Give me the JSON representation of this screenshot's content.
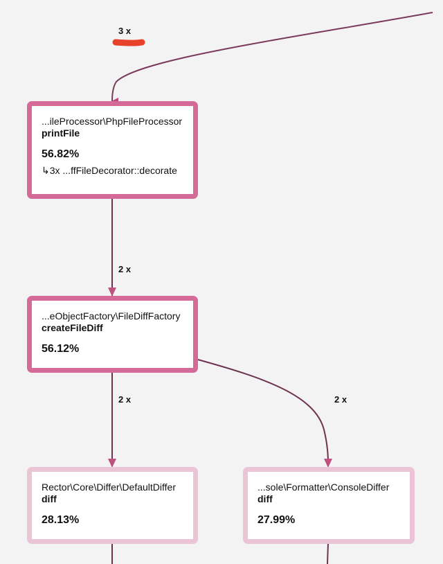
{
  "colors": {
    "background": "#f3f3f3",
    "hot_border": "#d46a98",
    "warm_border": "#ebc4d5",
    "edge_hot": "#b84a7a",
    "edge_cool": "#6d3250",
    "highlight": "#e8412b"
  },
  "edges": {
    "incoming_label": "3 x",
    "print_to_create_label": "2 x",
    "create_to_default_label": "2 x",
    "create_to_console_label": "2 x"
  },
  "nodes": {
    "print_file": {
      "namespace": "...ileProcessor\\PhpFileProcessor",
      "function": "printFile",
      "percent": "56.82%",
      "callee": "↳3x  ...ffFileDecorator::decorate"
    },
    "create_file_diff": {
      "namespace": "...eObjectFactory\\FileDiffFactory",
      "function": "createFileDiff",
      "percent": "56.12%"
    },
    "default_differ": {
      "namespace": "Rector\\Core\\Differ\\DefaultDiffer",
      "function": "diff",
      "percent": "28.13%"
    },
    "console_differ": {
      "namespace": "...sole\\Formatter\\ConsoleDiffer",
      "function": "diff",
      "percent": "27.99%"
    }
  }
}
